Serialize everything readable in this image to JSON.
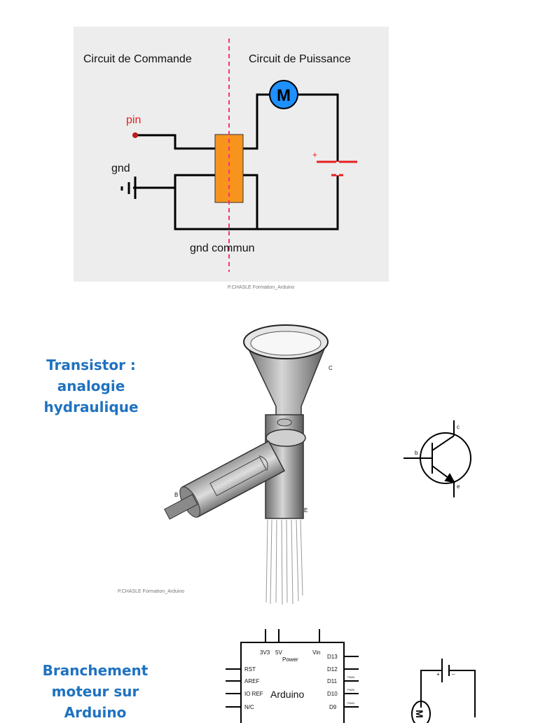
{
  "circuit": {
    "control_label": "Circuit de Commande",
    "power_label": "Circuit de Puissance",
    "pin_label": "pin",
    "gnd_label": "gnd",
    "common_gnd_label": "gnd commun",
    "plus_sign": "+",
    "motor_symbol": "M",
    "credit": "P.CHASLE   Formation_Arduino",
    "colors": {
      "relay": "#f7941d",
      "motor": "#1e90ff",
      "divider": "#ff2d7a",
      "battery": "#e62020",
      "pin": "#e62020"
    }
  },
  "transistor": {
    "title_lines": [
      "Transistor :",
      "analogie",
      "hydraulique"
    ],
    "label_c": "C",
    "label_b": "B",
    "label_e": "E",
    "credit": "P.CHASLE   Formation_Arduino",
    "symbol": {
      "c": "c",
      "b": "b",
      "e": "e"
    }
  },
  "arduino": {
    "title_lines": [
      "Branchement",
      "moteur sur",
      "Arduino"
    ],
    "board_name": "Arduino",
    "power_pins": [
      "3V3",
      "5V",
      "Vin"
    ],
    "power_label": "Power",
    "left_pins": [
      "RST",
      "AREF",
      "IO REF",
      "N/C"
    ],
    "right_pins": [
      "D13",
      "D12",
      "D11",
      "D10",
      "D9"
    ],
    "pwm_label": "PWM",
    "battery_signs": [
      "+",
      "–"
    ],
    "motor_symbol": "M"
  }
}
